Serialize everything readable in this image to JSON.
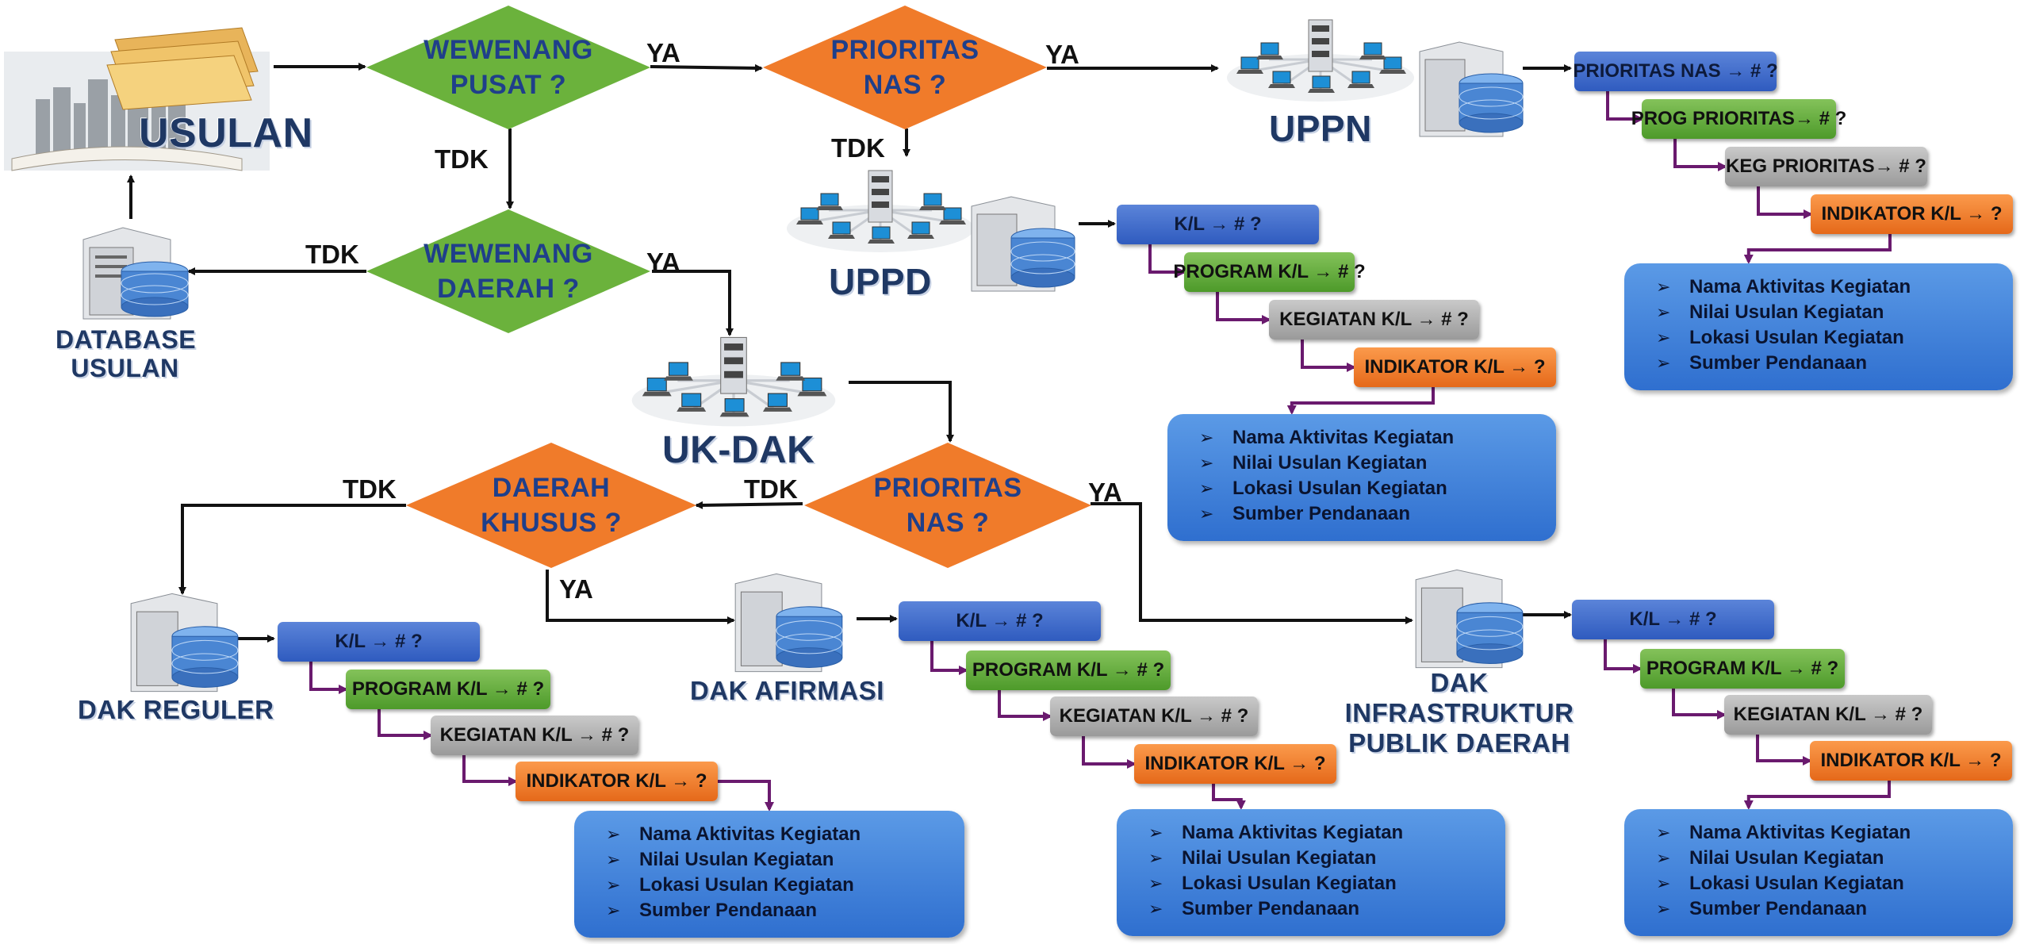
{
  "decisions": {
    "wewenang_pusat": [
      "WEWENANG",
      "PUSAT ?"
    ],
    "prioritas_nas_top": [
      "PRIORITAS",
      "NAS ?"
    ],
    "wewenang_daerah": [
      "WEWENANG",
      "DAERAH ?"
    ],
    "daerah_khusus": [
      "DAERAH",
      "KHUSUS ?"
    ],
    "prioritas_nas_mid": [
      "PRIORITAS",
      "NAS ?"
    ]
  },
  "answers": {
    "ya": "YA",
    "tdk": "TDK"
  },
  "labels": {
    "usulan": "USULAN",
    "uppn": "UPPN",
    "uppd": "UPPD",
    "ukdak": "UK-DAK",
    "database_usulan": [
      "DATABASE",
      "USULAN"
    ],
    "dak_reguler": "DAK REGULER",
    "dak_afirmasi": "DAK AFIRMASI",
    "dak_infra": [
      "DAK INFRASTRUKTUR",
      "PUBLIK DAERAH"
    ]
  },
  "chains": {
    "uppn": [
      "PRIORITAS NAS → # ?",
      "PROG PRIORITAS→ # ?",
      "KEG PRIORITAS→ # ?",
      "INDIKATOR K/L → ?"
    ],
    "standard": [
      "K/L → # ?",
      "PROGRAM K/L → # ?",
      "KEGIATAN K/L → # ?",
      "INDIKATOR K/L → ?"
    ]
  },
  "info_items": [
    "Nama Aktivitas Kegiatan",
    "Nilai Usulan Kegiatan",
    "Lokasi Usulan Kegiatan",
    "Sumber Pendanaan"
  ],
  "colors": {
    "green": "#6bb23c",
    "orange": "#f07b2a",
    "blue": "#3a67c9",
    "purple": "#6a1a6e",
    "title": "#1f3864"
  },
  "icons": [
    "folder-stack-icon",
    "server-database-icon",
    "network-computers-icon"
  ]
}
